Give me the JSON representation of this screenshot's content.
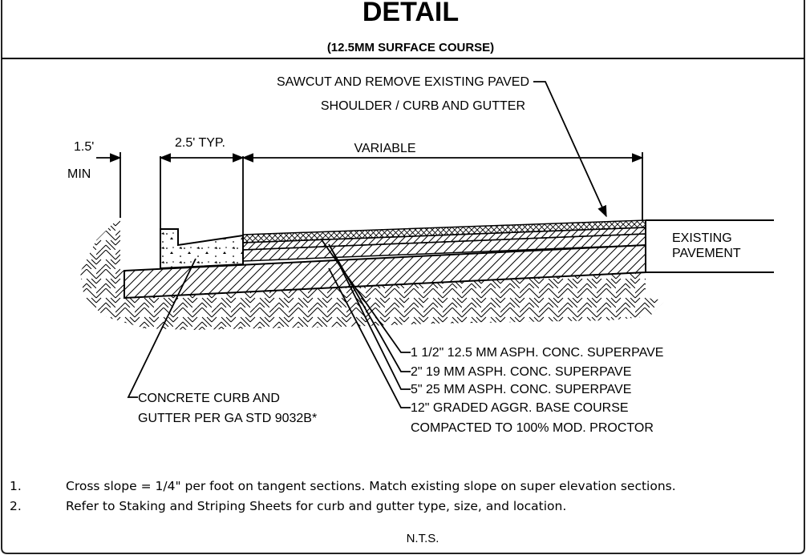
{
  "header": {
    "title": "DETAIL",
    "subtitle": "(12.5MM SURFACE COURSE)"
  },
  "callouts": {
    "sawcut_line1": "SAWCUT AND REMOVE EXISTING PAVED",
    "sawcut_line2": "SHOULDER / CURB AND GUTTER",
    "existing_line1": "EXISTING",
    "existing_line2": "PAVEMENT",
    "curb_line1": "CONCRETE CURB AND",
    "curb_line2": "GUTTER PER GA STD 9032B*"
  },
  "dimensions": {
    "left_top": "1.5'",
    "left_bottom": "MIN",
    "middle": "2.5' TYP.",
    "right": "VARIABLE"
  },
  "layers": [
    "1 1/2\" 12.5 MM ASPH. CONC. SUPERPAVE",
    "2\" 19 MM ASPH. CONC. SUPERPAVE",
    "5\" 25 MM ASPH. CONC. SUPERPAVE",
    "12\" GRADED AGGR. BASE COURSE"
  ],
  "layer_extra": "COMPACTED TO 100% MOD. PROCTOR",
  "notes": [
    {
      "num": "1.",
      "text": "Cross slope = 1/4\" per foot on tangent sections. Match existing slope on super elevation sections."
    },
    {
      "num": "2.",
      "text": "Refer to Staking and Striping Sheets for curb and gutter type, size, and location."
    }
  ],
  "scale_note": "N.T.S."
}
